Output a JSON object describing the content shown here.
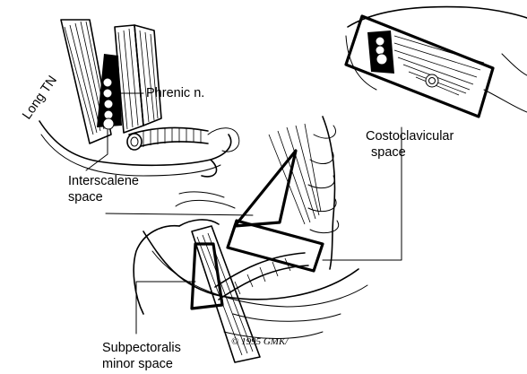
{
  "labels": {
    "long_tn": "Long TN",
    "phrenic": "Phrenic n.",
    "interscalene_1": "Interscalene",
    "interscalene_2": "space",
    "costoclavicular_1": "Costoclavicular",
    "costoclavicular_2": "space",
    "subpectoralis_1": "Subpectoralis",
    "subpectoralis_2": "minor space"
  },
  "credit": "© 1995 GMK/",
  "colors": {
    "ink": "#000000",
    "background": "#ffffff"
  }
}
